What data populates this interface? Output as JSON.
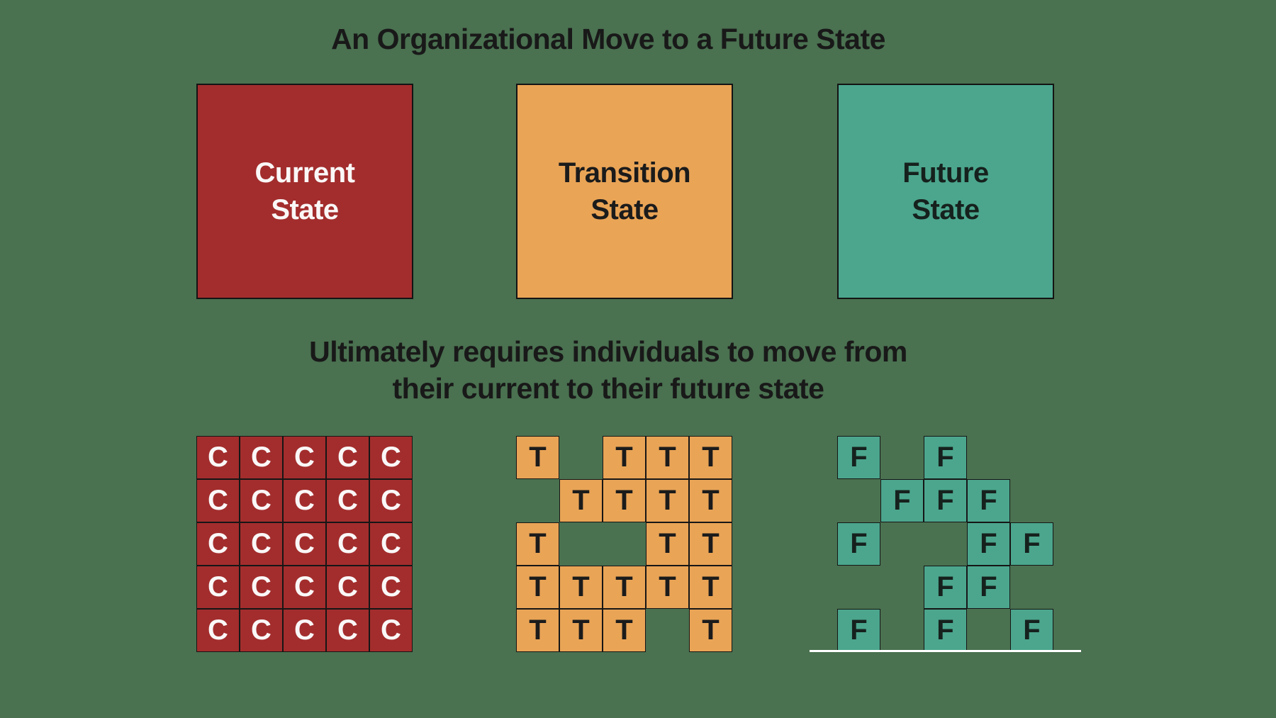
{
  "title": "An Organizational Move to a Future State",
  "subtitle": "Ultimately requires individuals to move from\ntheir current to their future state",
  "colors": {
    "background": "#4A7150",
    "heading_text": "#191919",
    "current_red": "#A32D2D",
    "transition_orange": "#E9A456",
    "future_teal": "#4BA68D",
    "box_border": "#141414",
    "baseline_white": "#FFFFFF"
  },
  "states": [
    {
      "id": "current",
      "label": "Current\nState",
      "fill": "#A32D2D",
      "text_color": "#FAF7F7"
    },
    {
      "id": "transition",
      "label": "Transition\nState",
      "fill": "#E9A456",
      "text_color": "#1B1B1B"
    },
    {
      "id": "future",
      "label": "Future\nState",
      "fill": "#4BA68D",
      "text_color": "#16211D"
    }
  ],
  "grids": [
    {
      "name": "current-state-grid",
      "letter": "C",
      "fill": "#A32D2D",
      "letter_color": "#FAF7F7",
      "pattern": [
        [
          1,
          1,
          1,
          1,
          1
        ],
        [
          1,
          1,
          1,
          1,
          1
        ],
        [
          1,
          1,
          1,
          1,
          1
        ],
        [
          1,
          1,
          1,
          1,
          1
        ],
        [
          1,
          1,
          1,
          1,
          1
        ]
      ]
    },
    {
      "name": "transition-state-grid",
      "letter": "T",
      "fill": "#E9A456",
      "letter_color": "#1B1B1B",
      "pattern": [
        [
          1,
          0,
          1,
          1,
          1
        ],
        [
          0,
          1,
          1,
          1,
          1
        ],
        [
          1,
          0,
          0,
          1,
          1
        ],
        [
          1,
          1,
          1,
          1,
          1
        ],
        [
          1,
          1,
          1,
          0,
          1
        ]
      ]
    },
    {
      "name": "future-state-grid",
      "letter": "F",
      "fill": "#4BA68D",
      "letter_color": "#16211D",
      "pattern": [
        [
          1,
          0,
          1,
          0,
          0
        ],
        [
          0,
          1,
          1,
          1,
          0
        ],
        [
          1,
          0,
          0,
          1,
          1
        ],
        [
          0,
          0,
          1,
          1,
          0
        ],
        [
          1,
          0,
          1,
          0,
          1
        ]
      ]
    }
  ]
}
